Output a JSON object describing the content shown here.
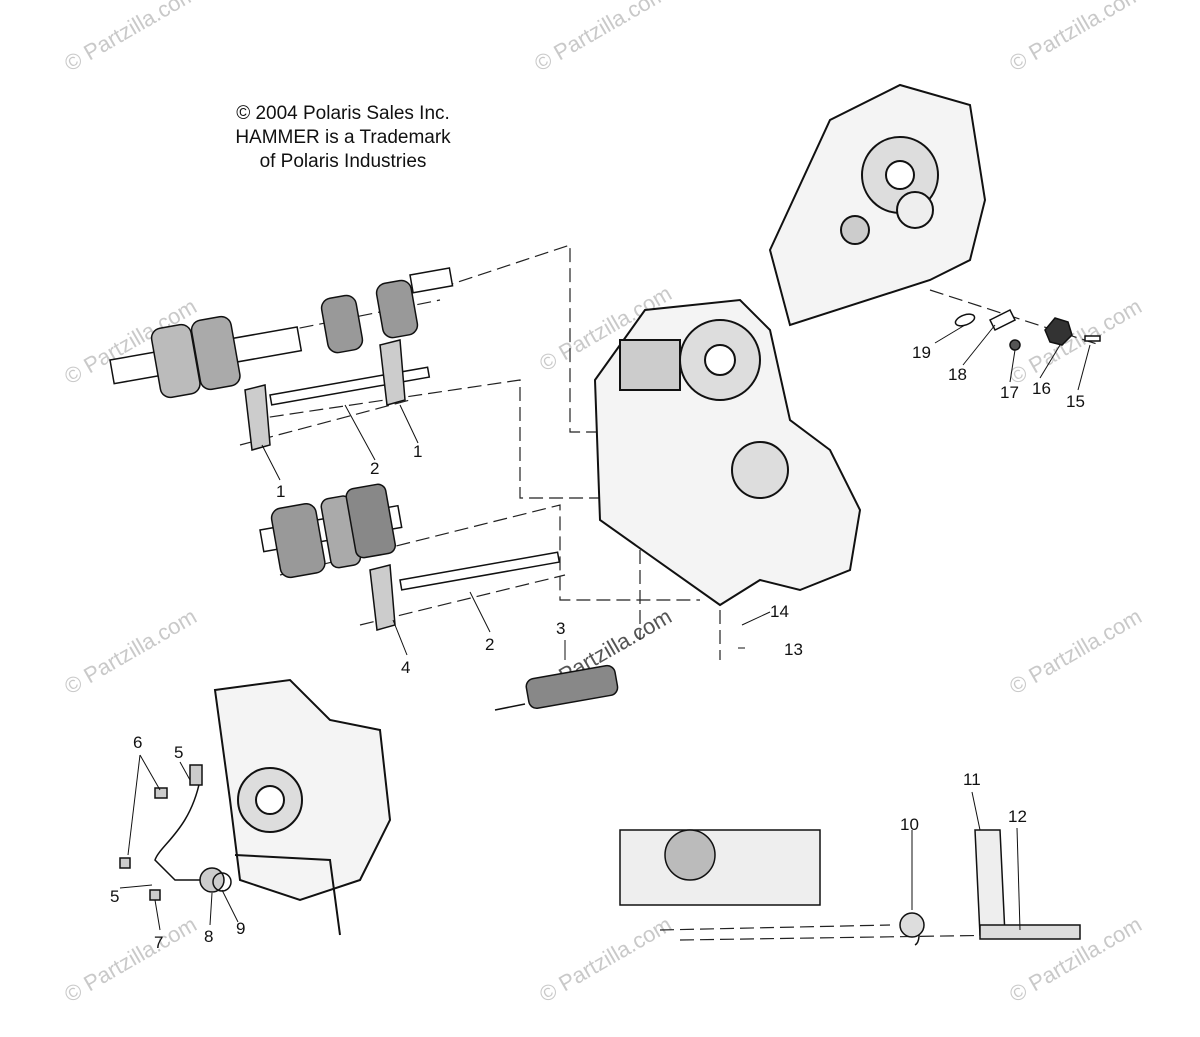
{
  "copyright": {
    "line1": "© 2004 Polaris Sales Inc.",
    "line2": "HAMMER is a Trademark",
    "line3": "of Polaris Industries"
  },
  "watermark": "© Partzilla.com",
  "callouts": [
    "1",
    "1",
    "2",
    "2",
    "3",
    "4",
    "5",
    "5",
    "6",
    "7",
    "8",
    "9",
    "10",
    "11",
    "12",
    "13",
    "14",
    "15",
    "16",
    "17",
    "18",
    "19"
  ]
}
